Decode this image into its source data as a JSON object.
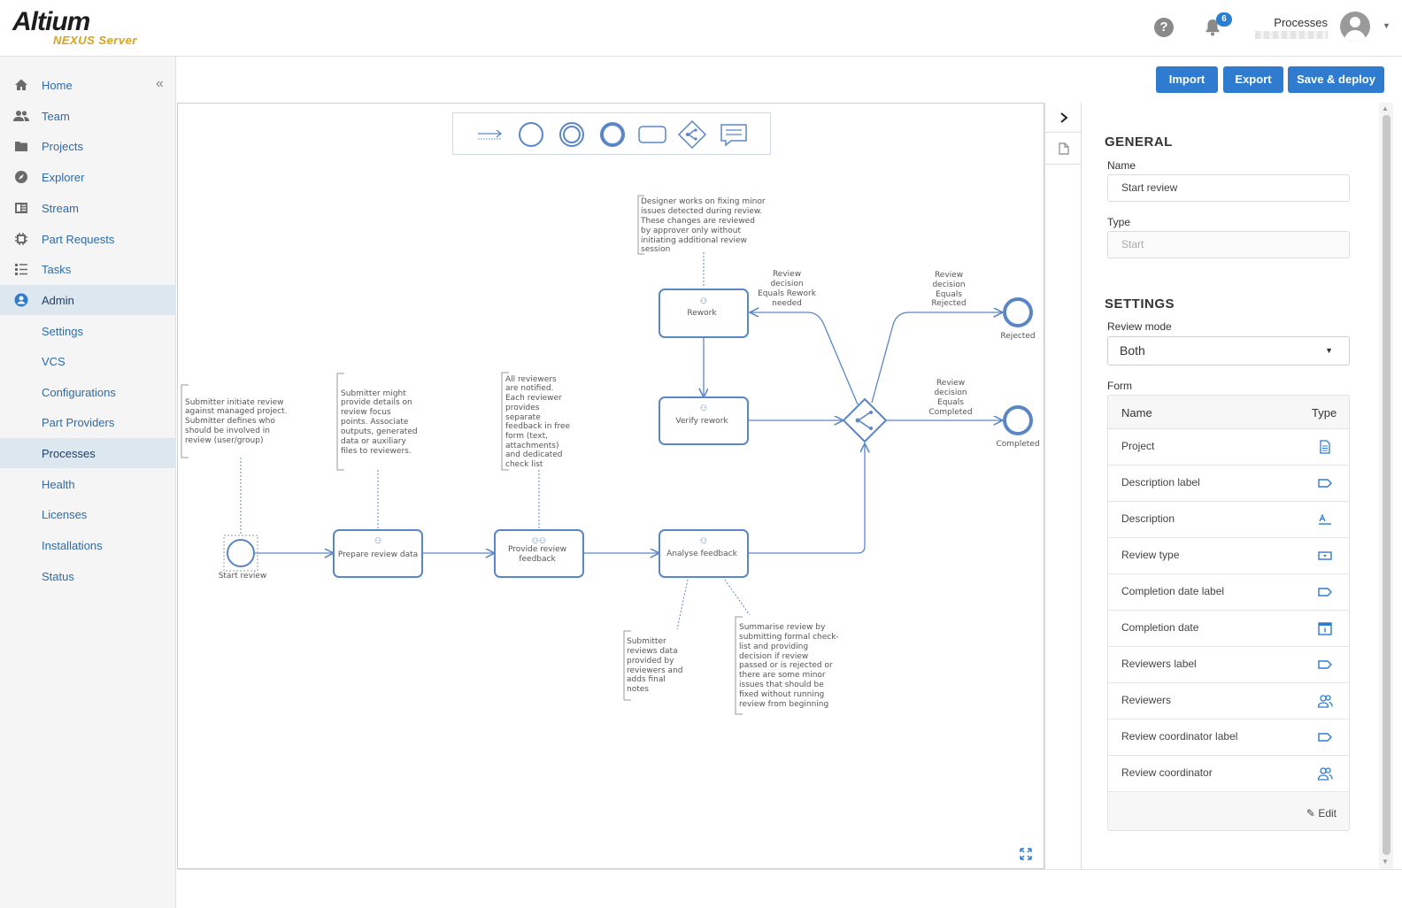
{
  "header": {
    "logo_main": "Altium",
    "logo_sub": "NEXUS Server",
    "help_icon": "?",
    "notification_count": "6",
    "user_name": "Processes"
  },
  "sidebar": {
    "items": [
      {
        "label": "Home",
        "icon": "home-icon"
      },
      {
        "label": "Team",
        "icon": "team-icon"
      },
      {
        "label": "Projects",
        "icon": "folder-icon"
      },
      {
        "label": "Explorer",
        "icon": "compass-icon"
      },
      {
        "label": "Stream",
        "icon": "stream-icon"
      },
      {
        "label": "Part Requests",
        "icon": "chip-icon"
      },
      {
        "label": "Tasks",
        "icon": "tasks-icon"
      },
      {
        "label": "Admin",
        "icon": "admin-icon"
      }
    ],
    "admin_items": [
      "Settings",
      "VCS",
      "Configurations",
      "Part Providers",
      "Processes",
      "Health",
      "Licenses",
      "Installations",
      "Status"
    ]
  },
  "toolbar": {
    "import_label": "Import",
    "export_label": "Export",
    "save_label": "Save & deploy"
  },
  "diagram": {
    "nodes": {
      "start": "Start review",
      "prepare": "Prepare review data",
      "provide_line1": "Provide review",
      "provide_line2": "feedback",
      "analyse": "Analyse feedback",
      "rework": "Rework",
      "verify": "Verify rework",
      "rejected": "Rejected",
      "completed": "Completed"
    },
    "edge_labels": {
      "rework": [
        "Review",
        "decision",
        "Equals Rework",
        "needed"
      ],
      "rejected": [
        "Review",
        "decision",
        "Equals",
        "Rejected"
      ],
      "completed": [
        "Review",
        "decision",
        "Equals",
        "Completed"
      ]
    },
    "annotations": {
      "start": [
        "Submitter initiate review",
        "against managed project.",
        "Submitter defines who",
        "should be involved in",
        "review (user/group)"
      ],
      "prepare": [
        "Submitter might",
        "provide details on",
        "review focus",
        "points. Associate",
        "outputs, generated",
        "data or auxiliary",
        "files to reviewers."
      ],
      "provide": [
        "All reviewers",
        "are notified.",
        "Each reviewer",
        "provides",
        "separate",
        "feedback in free",
        "form (text,",
        "attachments)",
        "and dedicated",
        "check list"
      ],
      "rework": [
        "Designer works on fixing minor",
        "issues detected during review.",
        "These changes are reviewed",
        "by approver only without",
        "initiating additional review",
        "session"
      ],
      "analyse_left": [
        "Submitter",
        "reviews data",
        "provided by",
        "reviewers and",
        "adds final",
        "notes"
      ],
      "analyse_right": [
        "Summarise review by",
        "submitting formal check-",
        "list and providing",
        "decision if review",
        "passed or is rejected or",
        "there are some minor",
        "issues that should be",
        "fixed without running",
        "review from beginning"
      ]
    }
  },
  "properties": {
    "general_title": "GENERAL",
    "name_label": "Name",
    "name_value": "Start review",
    "type_label": "Type",
    "type_value": "Start",
    "settings_title": "SETTINGS",
    "review_mode_label": "Review mode",
    "review_mode_value": "Both",
    "form_label": "Form",
    "form_col_name": "Name",
    "form_col_type": "Type",
    "form_rows": [
      {
        "name": "Project",
        "icon": "document-icon"
      },
      {
        "name": "Description label",
        "icon": "label-tag-icon"
      },
      {
        "name": "Description",
        "icon": "text-field-icon"
      },
      {
        "name": "Review type",
        "icon": "dropdown-field-icon"
      },
      {
        "name": "Completion date label",
        "icon": "label-tag-icon"
      },
      {
        "name": "Completion date",
        "icon": "calendar-icon"
      },
      {
        "name": "Reviewers label",
        "icon": "label-tag-icon"
      },
      {
        "name": "Reviewers",
        "icon": "users-icon"
      },
      {
        "name": "Review coordinator label",
        "icon": "label-tag-icon"
      },
      {
        "name": "Review coordinator",
        "icon": "users-icon"
      }
    ],
    "edit_label": "Edit"
  },
  "colors": {
    "accent": "#2e7bcf",
    "diagram_stroke": "#5b86c5",
    "logo_sub": "#d9a21c"
  }
}
